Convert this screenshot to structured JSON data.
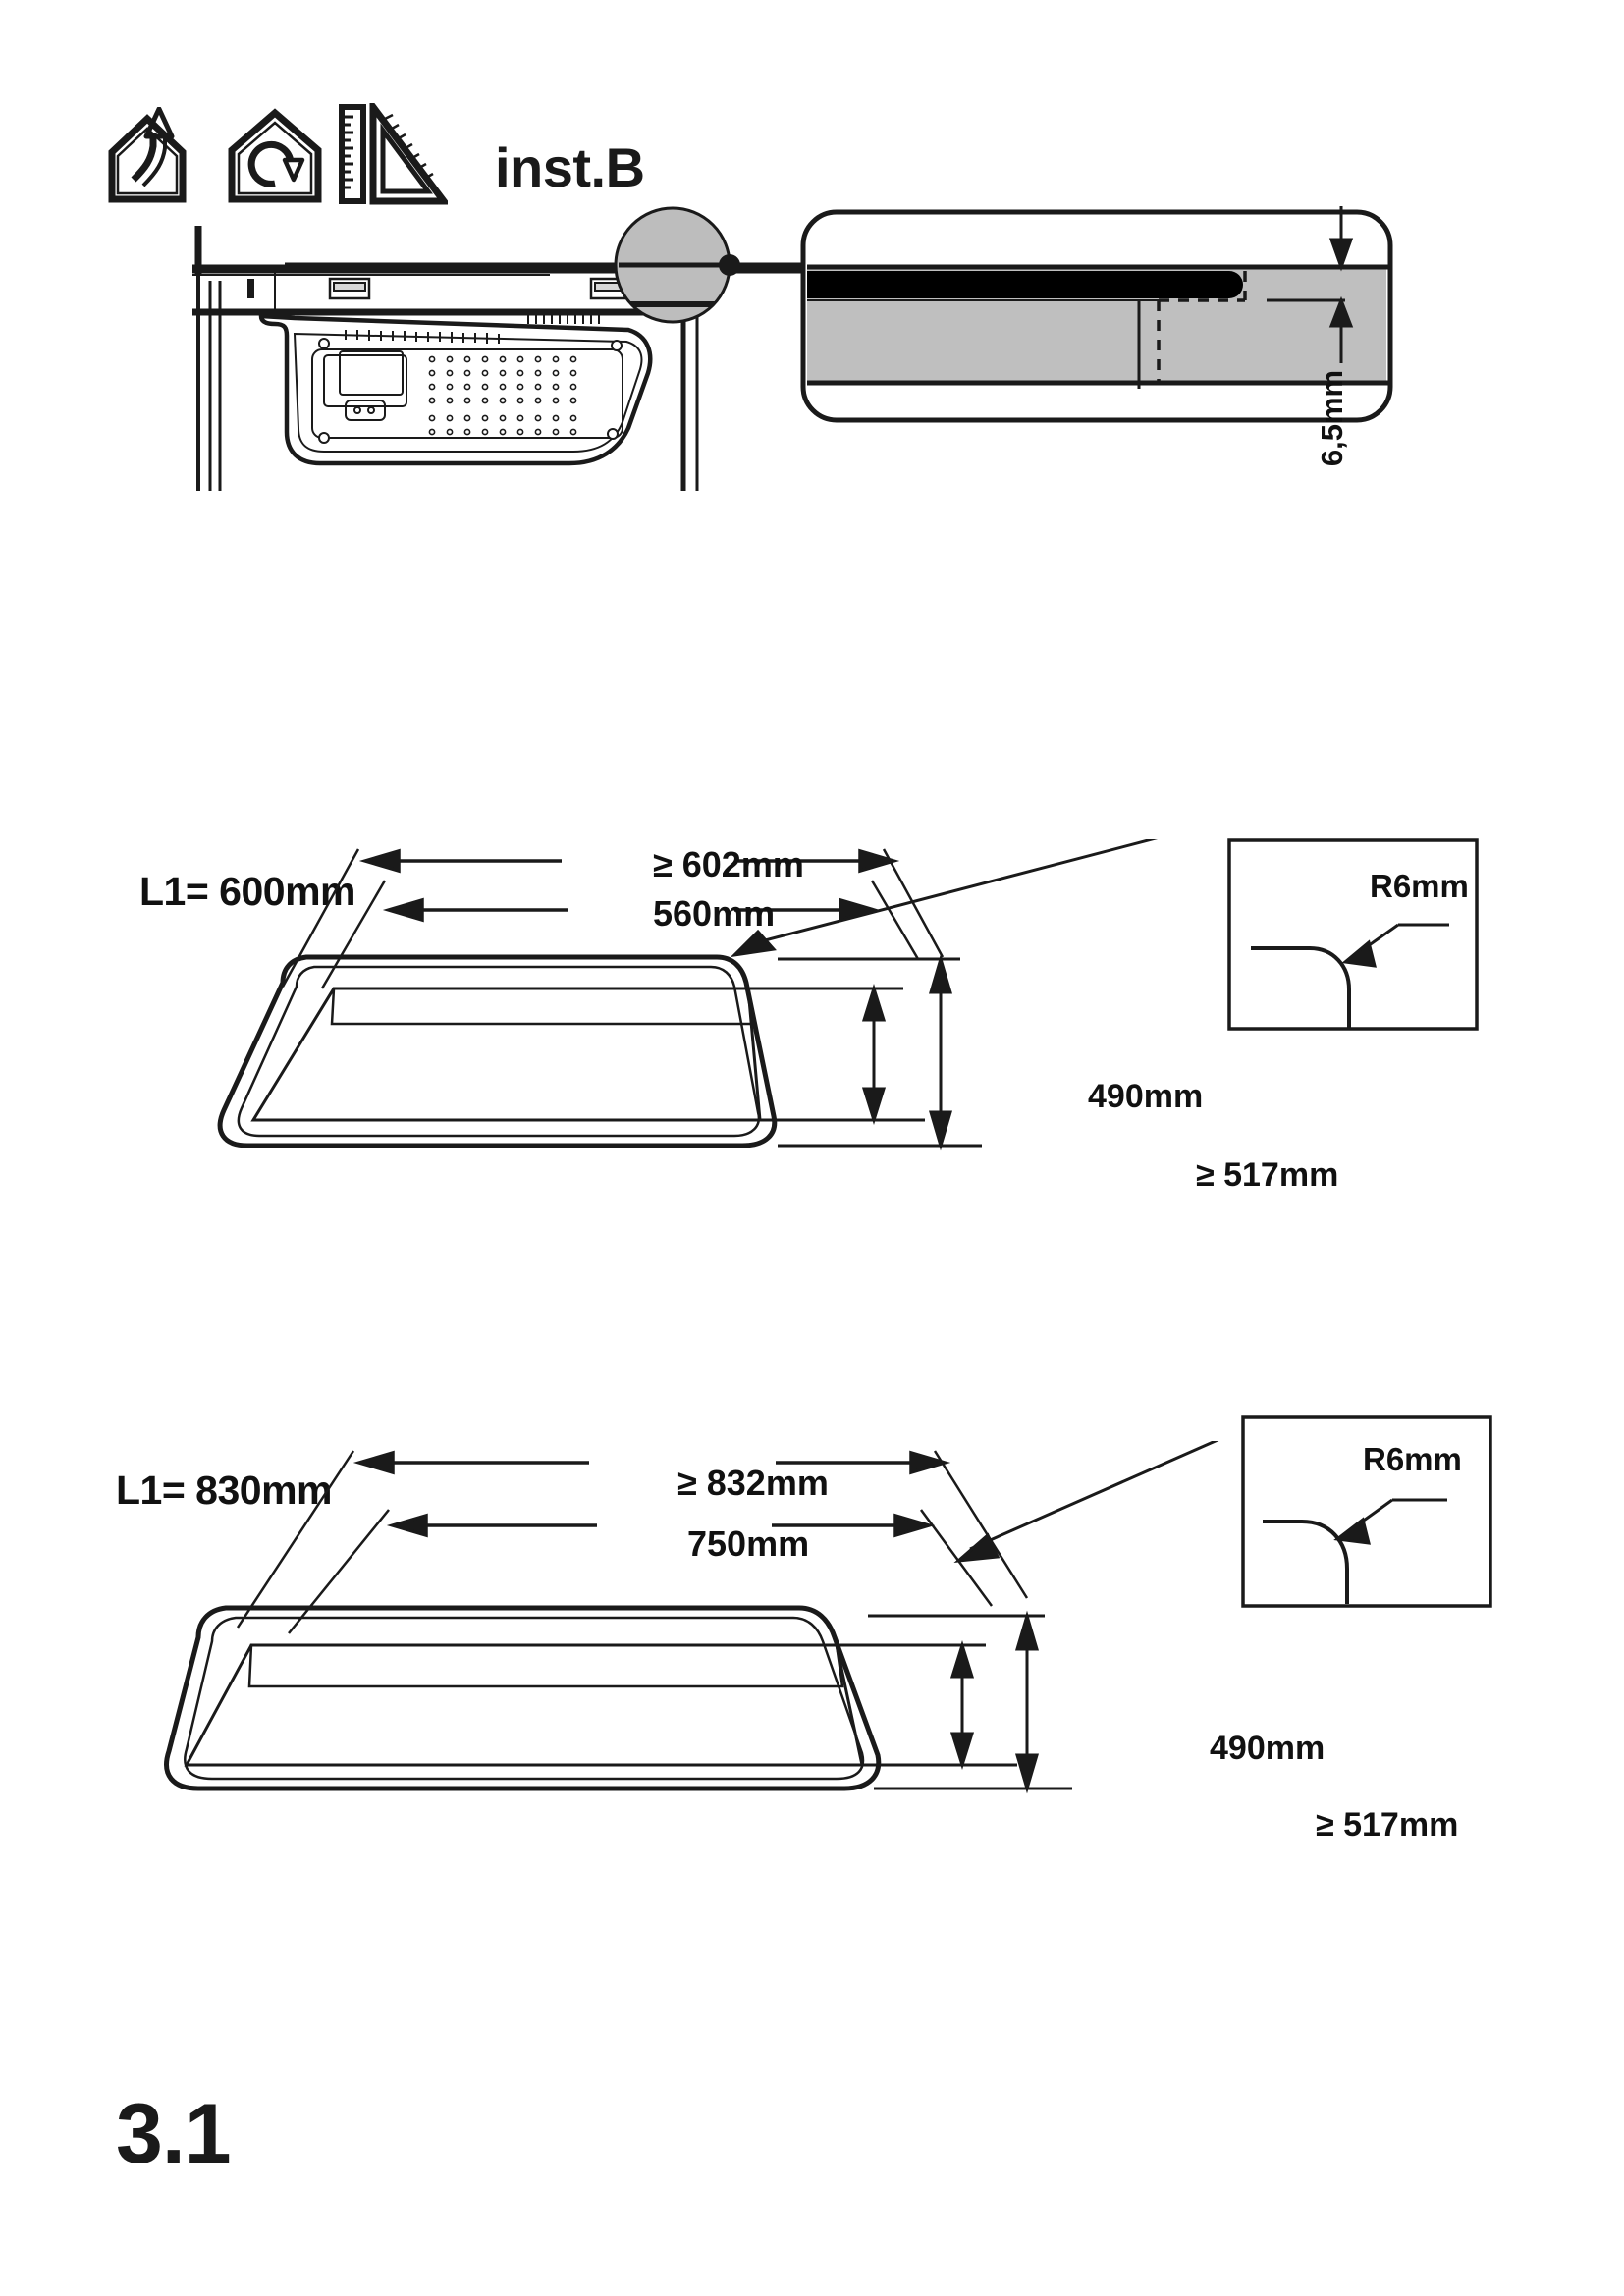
{
  "document": {
    "page_number": "3.1",
    "instruction_code": "inst.B"
  },
  "header": {
    "icons": [
      {
        "name": "house-arrow-up-icon",
        "meaning": "unpack-lift-out"
      },
      {
        "name": "house-rotate-icon",
        "meaning": "rotate-turn-over"
      },
      {
        "name": "ruler-set-square-icon",
        "meaning": "measure-tools"
      }
    ],
    "label": "inst.B"
  },
  "detail_callout": {
    "name": "worktop-edge-detail",
    "thickness_label": "6,5mm"
  },
  "sections": [
    {
      "id": "L1-600",
      "l1_label": "L1= 600mm",
      "width_outer": "≥ 602mm",
      "width_inner": "560mm",
      "depth_inner": "490mm",
      "depth_outer": "≥ 517mm",
      "corner_radius_label": "R6mm"
    },
    {
      "id": "L1-830",
      "l1_label": "L1= 830mm",
      "width_outer": "≥ 832mm",
      "width_inner": "750mm",
      "depth_inner": "490mm",
      "depth_outer": "≥ 517mm",
      "corner_radius_label": "R6mm"
    }
  ],
  "colors": {
    "line": "#1a1a1a",
    "worktop_fill": "#bfbfbf",
    "glass_edge": "#000000",
    "background": "#ffffff",
    "magnifier_fill": "#bdbdbd"
  }
}
